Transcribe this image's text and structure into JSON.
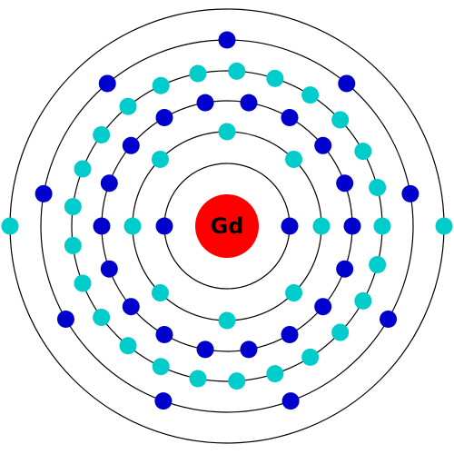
{
  "element": {
    "symbol": "Gd"
  },
  "colors": {
    "nucleus": "#ff0000",
    "electron_a": "#0000cc",
    "electron_b": "#00cccc",
    "shell_line": "#000000",
    "background": "#ffffff"
  },
  "electron_configuration": [
    2,
    8,
    18,
    25,
    9,
    2
  ]
}
